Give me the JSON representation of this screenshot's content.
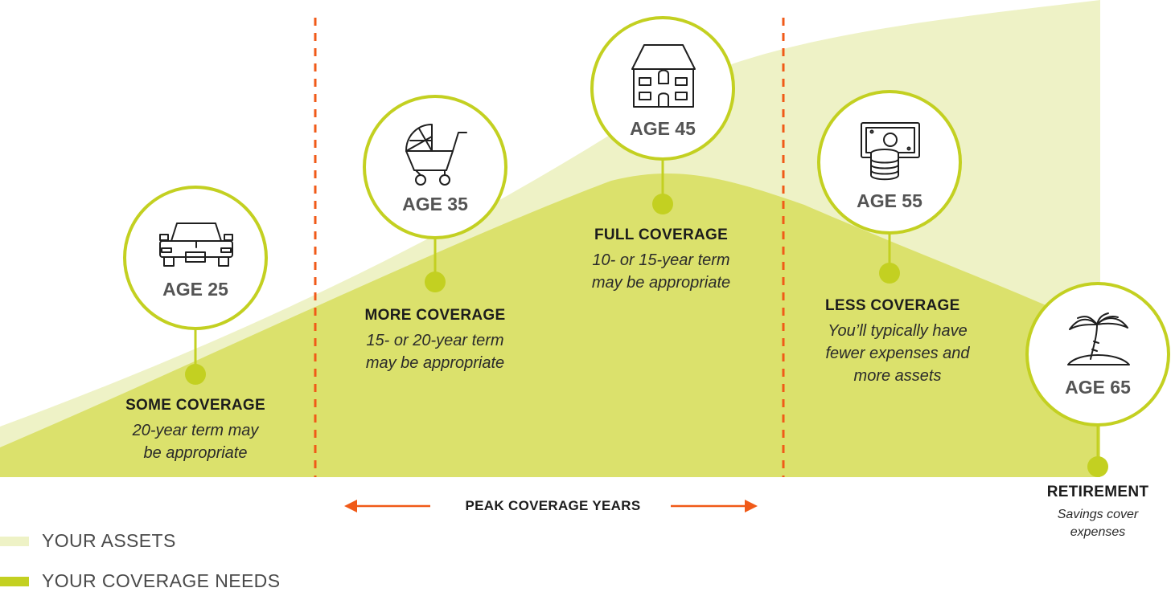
{
  "stages": [
    {
      "age": "AGE 25",
      "icon": "car-icon",
      "heading": "SOME COVERAGE",
      "lines": [
        "20-year term may",
        "be appropriate"
      ]
    },
    {
      "age": "AGE 35",
      "icon": "stroller-icon",
      "heading": "MORE COVERAGE",
      "lines": [
        "15- or 20-year term",
        "may be appropriate"
      ]
    },
    {
      "age": "AGE 45",
      "icon": "house-icon",
      "heading": "FULL COVERAGE",
      "lines": [
        "10- or 15-year term",
        "may be appropriate"
      ]
    },
    {
      "age": "AGE 55",
      "icon": "money-coins-icon",
      "heading": "LESS COVERAGE",
      "lines": [
        "You’ll typically have",
        "fewer expenses and",
        "more assets"
      ]
    },
    {
      "age": "AGE 65",
      "icon": "island-palm-icon",
      "heading": "RETIREMENT",
      "lines": [
        "Savings cover",
        "expenses"
      ]
    }
  ],
  "peak_label": "PEAK COVERAGE YEARS",
  "legend": [
    {
      "label": "YOUR ASSETS",
      "color": "#eef2c6"
    },
    {
      "label": "YOUR COVERAGE NEEDS",
      "color": "#c3d021"
    }
  ],
  "colors": {
    "assets_area": "#eef2c6",
    "coverage_area": "#dbe16c",
    "accent_green": "#c3d021",
    "divider_orange": "#f05a18",
    "circle_fill": "#ffffff"
  }
}
